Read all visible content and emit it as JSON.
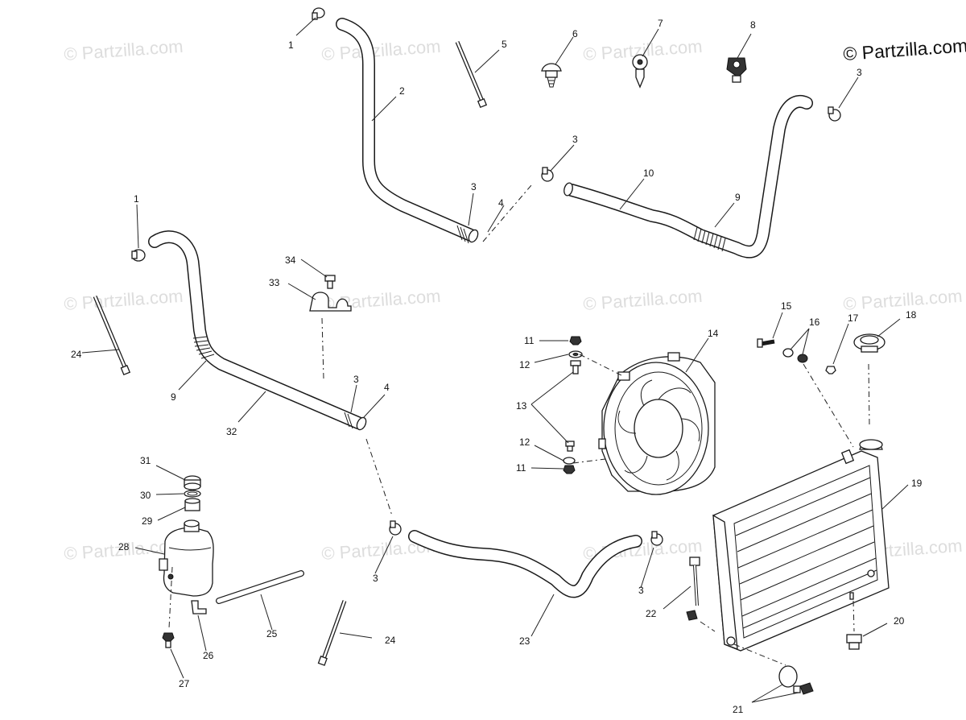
{
  "watermark": "© Partzilla.com",
  "copyright": "© Partzilla.com",
  "labels": {
    "c1a": "1",
    "c1b": "1",
    "c2": "2",
    "c3a": "3",
    "c3b": "3",
    "c3c": "3",
    "c3d": "3",
    "c3e": "3",
    "c3f": "3",
    "c4a": "4",
    "c4b": "4",
    "c5": "5",
    "c6": "6",
    "c7": "7",
    "c8": "8",
    "c9a": "9",
    "c9b": "9",
    "c10": "10",
    "c11a": "11",
    "c11b": "11",
    "c12a": "12",
    "c12b": "12",
    "c13": "13",
    "c14": "14",
    "c15": "15",
    "c16": "16",
    "c17": "17",
    "c18": "18",
    "c19": "19",
    "c20": "20",
    "c21": "21",
    "c22": "22",
    "c23": "23",
    "c24a": "24",
    "c24b": "24",
    "c25": "25",
    "c26": "26",
    "c27": "27",
    "c28": "28",
    "c29": "29",
    "c30": "30",
    "c31": "31",
    "c32": "32",
    "c33": "33",
    "c34": "34"
  }
}
